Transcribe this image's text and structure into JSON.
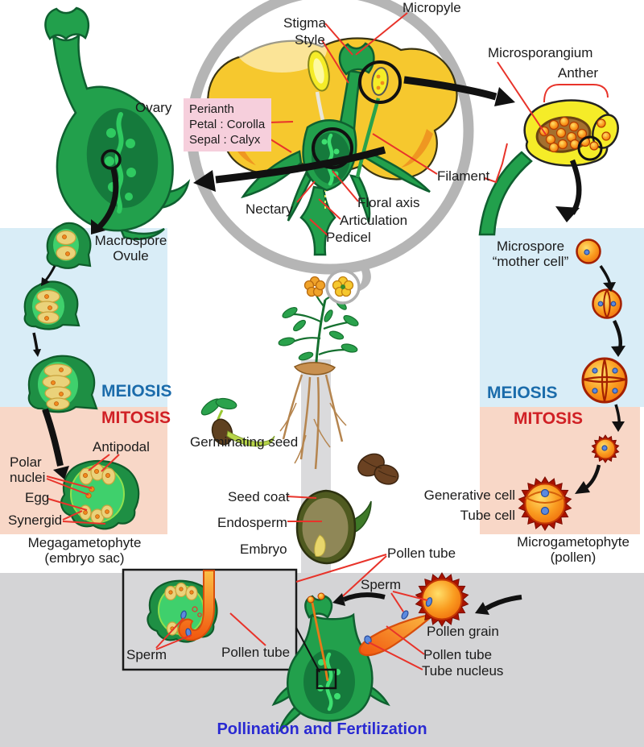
{
  "title": "Pollination and Fertilization",
  "flower_labels": {
    "stigma": "Stigma",
    "style": "Style",
    "micropyle": "Micropyle",
    "perianth": [
      "Perianth",
      "Petal : Corolla",
      "Sepal : Calyx"
    ],
    "filament": "Filament",
    "nectary": "Nectary",
    "floral_axis": "Floral axis",
    "articulation": "Articulation",
    "pedicel": "Pedicel"
  },
  "male": {
    "microsporangium": "Microsporangium",
    "anther": "Anther",
    "microspore_mother_cell": "Microspore “mother cell”",
    "meiosis": "MEIOSIS",
    "mitosis": "MITOSIS",
    "generative_cell": "Generative cell",
    "tube_cell": "Tube cell",
    "microgametophyte": "Microgametophyte (pollen)"
  },
  "female": {
    "ovary": "Ovary",
    "macrospore_ovule": "Macrospore Ovule",
    "meiosis": "MEIOSIS",
    "mitosis": "MITOSIS",
    "antipodal": "Antipodal",
    "polar_nuclei": "Polar nuclei",
    "egg": "Egg",
    "synergid": "Synergid",
    "megagametophyte": "Megagametophyte (embryo sac)"
  },
  "center": {
    "germinating_seed": "Germinating seed",
    "seed_coat": "Seed coat",
    "endosperm": "Endosperm",
    "embryo": "Embryo",
    "pollen_tube": "Pollen tube"
  },
  "fertilization": {
    "inset_sperm": "Sperm",
    "inset_pollen_tube": "Pollen tube",
    "sperm": "Sperm",
    "pollen_grain": "Pollen grain",
    "pollen_tube": "Pollen tube",
    "tube_nucleus": "Tube nucleus"
  },
  "colors": {
    "section_blue": "#d9edf7",
    "section_pink": "#f8d7c7",
    "perianth_box_pink": "#f6cfdc",
    "bottom_gray": "#d4d4d6",
    "meiosis_blue": "#1b6cab",
    "mitosis_red": "#d02025",
    "title_blue": "#2a2ad2",
    "leader_line_red": "#e8332a"
  }
}
